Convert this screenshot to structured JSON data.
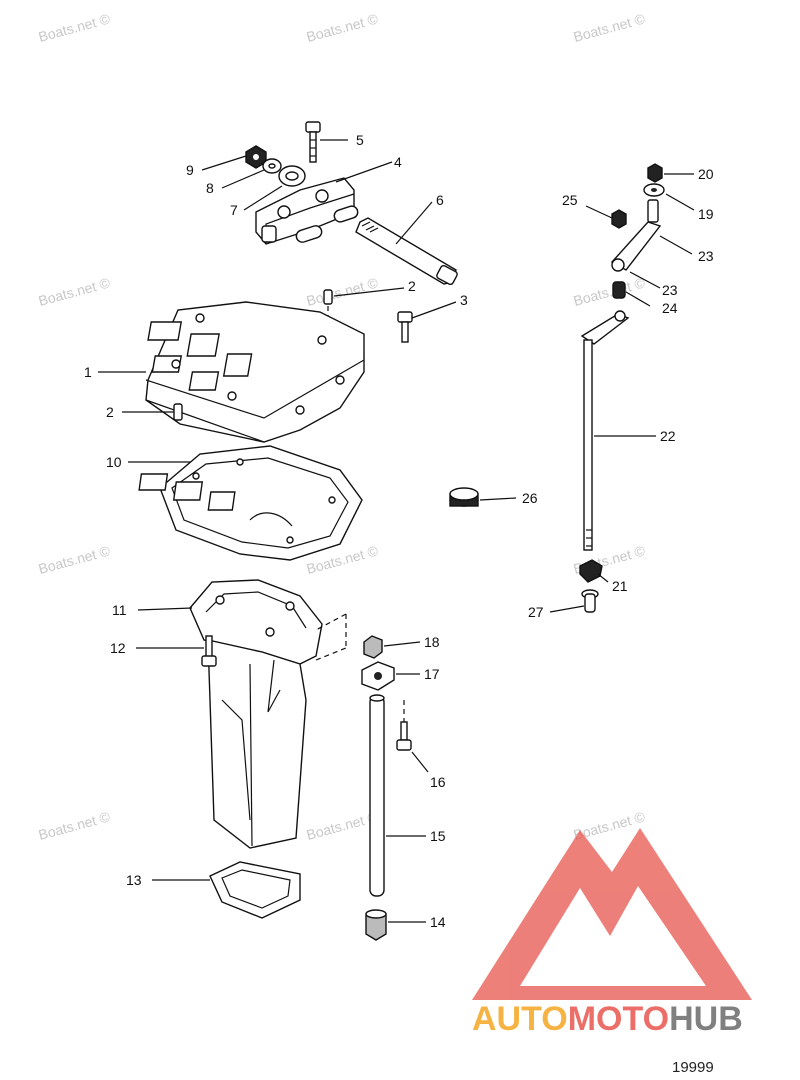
{
  "watermark": "Boats.net ©",
  "callouts": [
    {
      "id": "9",
      "label": "9"
    },
    {
      "id": "8",
      "label": "8"
    },
    {
      "id": "7",
      "label": "7"
    },
    {
      "id": "5",
      "label": "5"
    },
    {
      "id": "4",
      "label": "4"
    },
    {
      "id": "6",
      "label": "6"
    },
    {
      "id": "2a",
      "label": "2"
    },
    {
      "id": "3",
      "label": "3"
    },
    {
      "id": "1",
      "label": "1"
    },
    {
      "id": "2b",
      "label": "2"
    },
    {
      "id": "10",
      "label": "10"
    },
    {
      "id": "11",
      "label": "11"
    },
    {
      "id": "12",
      "label": "12"
    },
    {
      "id": "13",
      "label": "13"
    },
    {
      "id": "18",
      "label": "18"
    },
    {
      "id": "17",
      "label": "17"
    },
    {
      "id": "16",
      "label": "16"
    },
    {
      "id": "15",
      "label": "15"
    },
    {
      "id": "14",
      "label": "14"
    },
    {
      "id": "20",
      "label": "20"
    },
    {
      "id": "19",
      "label": "19"
    },
    {
      "id": "25",
      "label": "25"
    },
    {
      "id": "23a",
      "label": "23"
    },
    {
      "id": "23b",
      "label": "23"
    },
    {
      "id": "24",
      "label": "24"
    },
    {
      "id": "22",
      "label": "22"
    },
    {
      "id": "26",
      "label": "26"
    },
    {
      "id": "21",
      "label": "21"
    },
    {
      "id": "27",
      "label": "27"
    }
  ],
  "brand": {
    "part1": "AUTO",
    "part2": "MOTO",
    "part3": "HUB",
    "colors": {
      "auto": "#f5a623",
      "moto": "#e8554e",
      "hub": "#6b6b6b",
      "logo": "#e8554e"
    }
  },
  "diagram_number": "19999"
}
